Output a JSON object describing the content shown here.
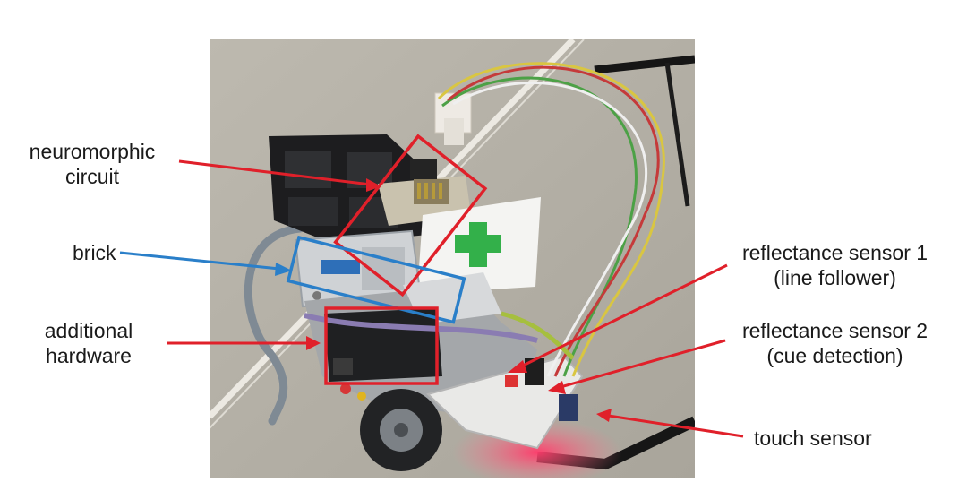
{
  "labels": {
    "neuromorphic_line1": "neuromorphic",
    "neuromorphic_line2": "circuit",
    "brick": "brick",
    "additional_line1": "additional",
    "additional_line2": "hardware",
    "reflectance1_line1": "reflectance sensor 1",
    "reflectance1_line2": "(line follower)",
    "reflectance2_line1": "reflectance sensor 2",
    "reflectance2_line2": "(cue detection)",
    "touch": "touch sensor"
  },
  "colors": {
    "red_callout": "#e0202a",
    "blue_callout": "#2a7fc9",
    "photo_floor": "#b4b0a6",
    "black_tape": "#161616"
  }
}
